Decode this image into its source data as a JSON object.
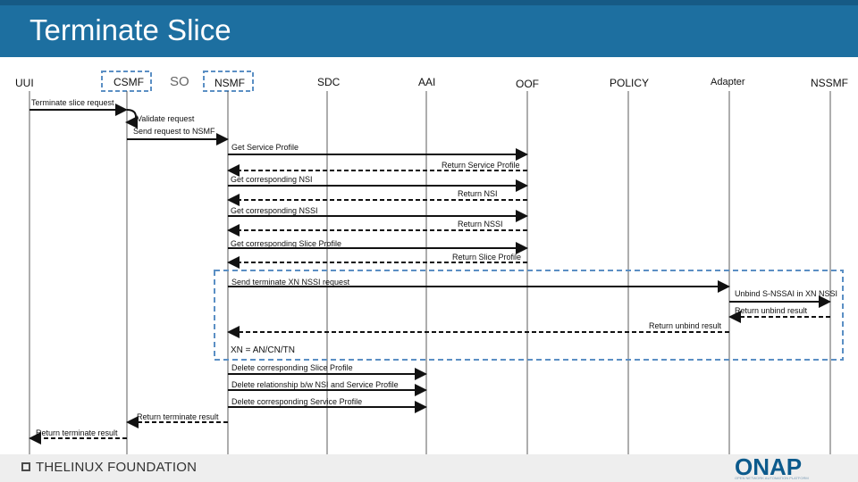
{
  "title": "Terminate Slice",
  "actors": [
    "UUI",
    "CSMF",
    "SO",
    "NSMF",
    "SDC",
    "AAI",
    "OOF",
    "POLICY",
    "Adapter",
    "NSSMF"
  ],
  "messages": [
    "Terminate slice request",
    "Validate request",
    "Send request to NSMF",
    "Get Service Profile",
    "Return Service Profile",
    "Get corresponding NSI",
    "Return NSI",
    "Get corresponding NSSI",
    "Return NSSI",
    "Get corresponding Slice Profile",
    "Return Slice Profile",
    "Send terminate XN NSSI request",
    "Unbind S-NSSAI in XN NSSI",
    "Return unbind result",
    "Return unbind result",
    "XN = AN/CN/TN",
    "Delete corresponding Slice Profile",
    "Delete relationship b/w NSI and Service Profile",
    "Delete corresponding Service Profile",
    "Return terminate result",
    "Return terminate result"
  ],
  "footer": {
    "left_logo": "THELINUX FOUNDATION",
    "right_logo": "ONAP",
    "right_tagline": "OPEN NETWORK AUTOMATION PLATFORM"
  },
  "colors": {
    "header": "#1d6fa0",
    "dashed_frame": "#5b8fc4",
    "onap": "#0c5a8c"
  }
}
